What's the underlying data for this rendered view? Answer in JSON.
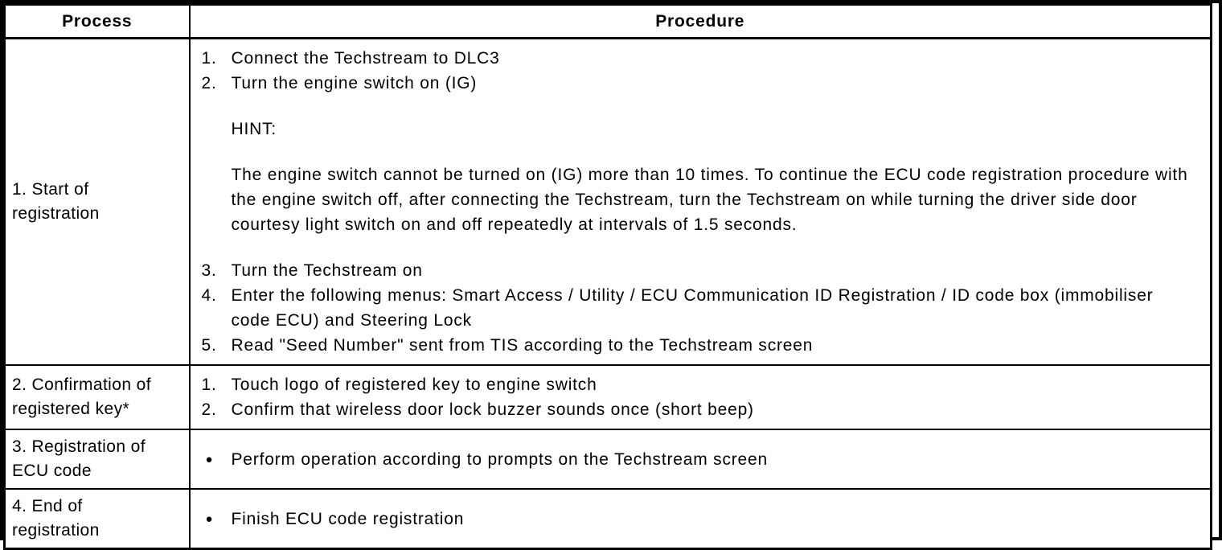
{
  "page": {
    "background_color": "#ffffff",
    "border_color": "#000000",
    "text_color": "#000000"
  },
  "table": {
    "headers": [
      {
        "label": "Process"
      },
      {
        "label": "Procedure"
      }
    ],
    "rows": [
      {
        "process_lines": [
          "1. Start of",
          "registration"
        ],
        "items": [
          {
            "type": "step",
            "marker": "1.",
            "text": "Connect the Techstream to DLC3"
          },
          {
            "type": "step",
            "marker": "2.",
            "text": "Turn the engine switch on (IG)"
          },
          {
            "type": "gap"
          },
          {
            "type": "para",
            "text": "HINT:"
          },
          {
            "type": "gap"
          },
          {
            "type": "para",
            "text": "The engine switch cannot be turned on (IG) more than 10 times. To continue the ECU code registration procedure with the engine switch off, after connecting the Techstream, turn the Techstream on while turning the driver side door courtesy light switch on and off repeatedly at intervals of 1.5 seconds."
          },
          {
            "type": "gap"
          },
          {
            "type": "step",
            "marker": "3.",
            "text": "Turn the Techstream on"
          },
          {
            "type": "step",
            "marker": "4.",
            "text": "Enter the following menus: Smart Access / Utility / ECU Communication ID Registration / ID code box (immobiliser code ECU) and Steering Lock"
          },
          {
            "type": "step",
            "marker": "5.",
            "text": "Read \"Seed Number\" sent from TIS according to the Techstream screen"
          }
        ]
      },
      {
        "process_lines": [
          "2. Confirmation of",
          "registered key*"
        ],
        "items": [
          {
            "type": "step",
            "marker": "1.",
            "text": "Touch logo of registered key to engine switch"
          },
          {
            "type": "step",
            "marker": "2.",
            "text": "Confirm that wireless door lock buzzer sounds once (short beep)"
          }
        ]
      },
      {
        "process_lines": [
          "3. Registration of",
          "ECU code"
        ],
        "items": [
          {
            "type": "bullet",
            "marker": "●",
            "text": "Perform operation according to prompts on the Techstream screen"
          }
        ]
      },
      {
        "process_lines": [
          "4. End of",
          "registration"
        ],
        "items": [
          {
            "type": "bullet",
            "marker": "●",
            "text": "Finish ECU code registration"
          }
        ]
      }
    ]
  }
}
